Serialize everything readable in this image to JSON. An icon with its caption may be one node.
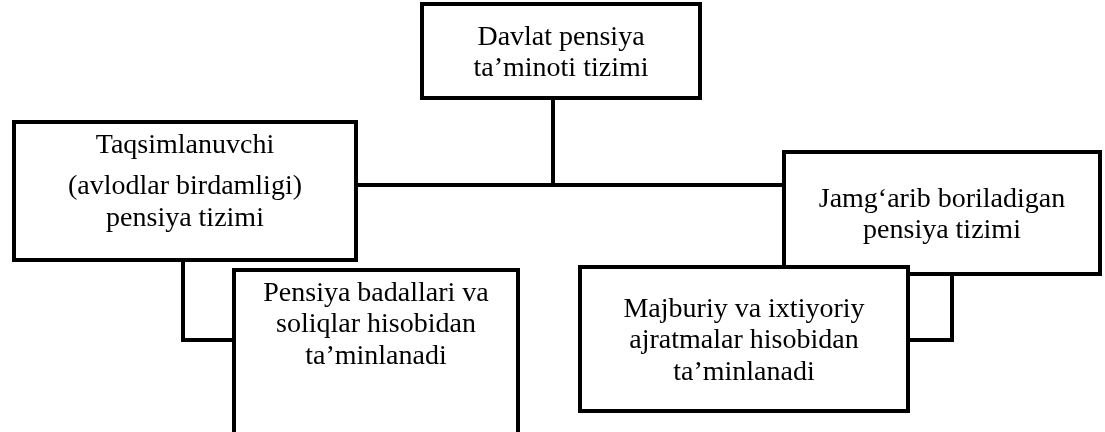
{
  "diagram": {
    "nodes": [
      {
        "text": [
          "Davlat pensiya ta’minoti tizimi"
        ]
      },
      {
        "text": [
          "Taqsimlanuvchi",
          "(avlodlar birdamligi) pensiya tizimi"
        ]
      },
      {
        "text": [
          "Jamg‘arib boriladigan pensiya tizimi"
        ]
      },
      {
        "text": [
          "Pensiya badallari va soliqlar hisobidan ta’minlanadi"
        ]
      },
      {
        "text": [
          "Majburiy va ixtiyoriy ajratmalar hisobidan ta’minlanadi"
        ]
      }
    ],
    "edges": [
      {
        "from": 0,
        "to": 1,
        "arrow": "none"
      },
      {
        "from": 0,
        "to": 2,
        "arrow": "none"
      },
      {
        "from": 1,
        "to": 3,
        "arrow": "none"
      },
      {
        "from": 2,
        "to": 4,
        "arrow": "none"
      }
    ]
  }
}
